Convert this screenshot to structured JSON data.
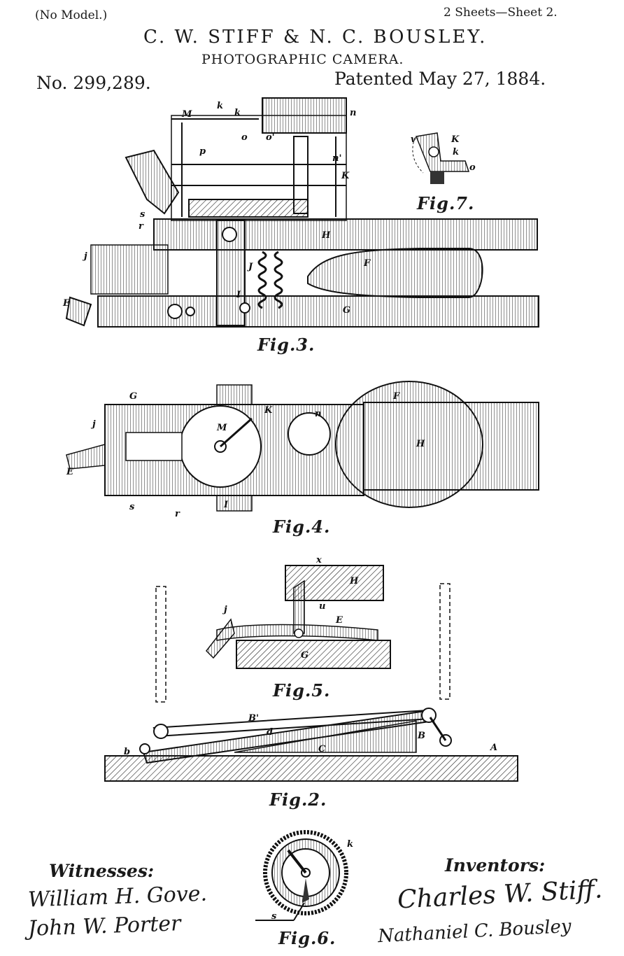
{
  "header": {
    "model_note": "(No Model.)",
    "sheet": "2 Sheets—Sheet 2.",
    "inventors_names": "C. W. STIFF & N. C. BOUSLEY.",
    "title": "PHOTOGRAPHIC CAMERA.",
    "patent_no": "No. 299,289.",
    "patented": "Patented May 27, 1884."
  },
  "figures": {
    "fig3": "Fig.3.",
    "fig7": "Fig.7.",
    "fig4": "Fig.4.",
    "fig5": "Fig.5.",
    "fig2": "Fig.2.",
    "fig6": "Fig.6."
  },
  "witnesses": {
    "label": "Witnesses:",
    "names": [
      "William H. Gove.",
      "John W. Porter"
    ]
  },
  "inventors": {
    "label": "Inventors:",
    "names": [
      "Charles W. Stiff.",
      "Nathaniel C. Bousley"
    ]
  },
  "part_labels": {
    "fig3": [
      "M",
      "k",
      "k",
      "n",
      "o",
      "o'",
      "n'",
      "p",
      "K",
      "r",
      "s",
      "H",
      "F",
      "J",
      "j",
      "E",
      "G",
      "I"
    ],
    "fig7": [
      "v",
      "K",
      "k",
      "o"
    ],
    "fig4": [
      "G",
      "j",
      "E",
      "M",
      "K",
      "n",
      "F",
      "H",
      "I",
      "s",
      "r"
    ],
    "fig5": [
      "x",
      "H",
      "j",
      "E",
      "G",
      "u"
    ],
    "fig2": [
      "B'",
      "B",
      "b",
      "d",
      "C",
      "A"
    ],
    "fig6": [
      "k",
      "s"
    ]
  }
}
